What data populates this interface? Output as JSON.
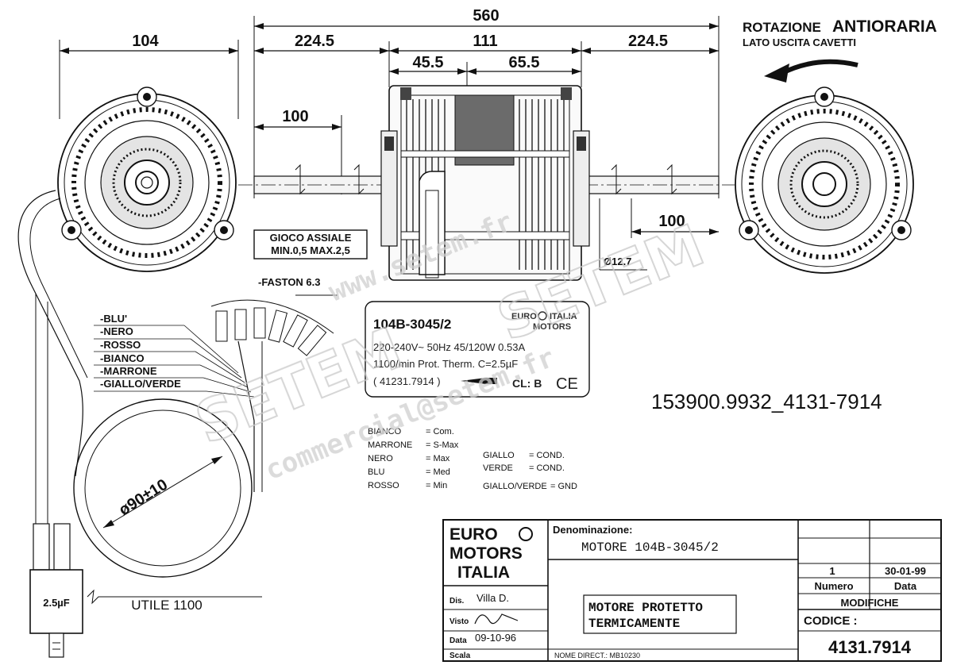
{
  "dimensions": {
    "total_length": "560",
    "hub_width": "104",
    "shaft_left": "224.5",
    "body": "111",
    "shaft_right": "224.5",
    "inner_left": "45.5",
    "inner_right": "65.5",
    "shaft_end_left": "100",
    "shaft_end_right": "100",
    "shaft_diameter": "Ø12.7",
    "cable_loop": "ø90±10"
  },
  "rotation": {
    "title_prefix": "ROTAZIONE",
    "title_main": "ANTIORARIA",
    "subtitle": "LATO USCITA CAVETTI"
  },
  "axial_play": {
    "line1": "GIOCO ASSIALE",
    "line2": "MIN.0,5 MAX.2,5"
  },
  "faston_label": "-FASTON 6.3",
  "wires": [
    "-BLU'",
    "-NERO",
    "-ROSSO",
    "-BIANCO",
    "-MARRONE",
    "-GIALLO/VERDE"
  ],
  "nameplate": {
    "model": "104B-3045/2",
    "brand_line1": "EURO",
    "brand_line1b": "ITALIA",
    "brand_line2": "MOTORS",
    "spec1": "220-240V~  50Hz  45/120W  0.53A",
    "spec2": "1100/min  Prot. Therm.  C=2.5µF",
    "code": "( 41231.7914 )",
    "class": "CL: B",
    "ce": "CE"
  },
  "part_number": "153900.9932_4131-7914",
  "legend_left": [
    {
      "color": "BIANCO",
      "value": "= Com."
    },
    {
      "color": "MARRONE",
      "value": "= S-Max"
    },
    {
      "color": "NERO",
      "value": "= Max"
    },
    {
      "color": "BLU",
      "value": "= Med"
    },
    {
      "color": "ROSSO",
      "value": "= Min"
    }
  ],
  "legend_right": [
    {
      "color": "GIALLO",
      "value": "= COND."
    },
    {
      "color": "VERDE",
      "value": "= COND."
    },
    {
      "color": "GIALLO/VERDE",
      "value": "= GND"
    }
  ],
  "capacitor": "2.5µF",
  "cable_length": "UTILE 1100",
  "watermarks": [
    "SETEM",
    "www.setem.fr",
    "SETEM",
    "commercial@setem.fr"
  ],
  "title_block": {
    "logo": [
      "EURO",
      "MOTORS",
      "ITALIA"
    ],
    "denominazione_label": "Denominazione:",
    "denominazione": "MOTORE 104B-3045/2",
    "disegno_label": "Dis.",
    "disegno": "Villa D.",
    "visto_label": "Visto",
    "data_label": "Data",
    "data": "09-10-96",
    "scala_label": "Scala",
    "note_line1": "MOTORE PROTETTO",
    "note_line2": "TERMICAMENTE",
    "nome_direct": "NOME DIRECT.: MB10230",
    "rev_number": "1",
    "rev_date": "30-01-99",
    "numero_label": "Numero",
    "data_col_label": "Data",
    "modifiche_label": "MODIFICHE",
    "codice_label": "CODICE :",
    "codice": "4131.7914"
  }
}
